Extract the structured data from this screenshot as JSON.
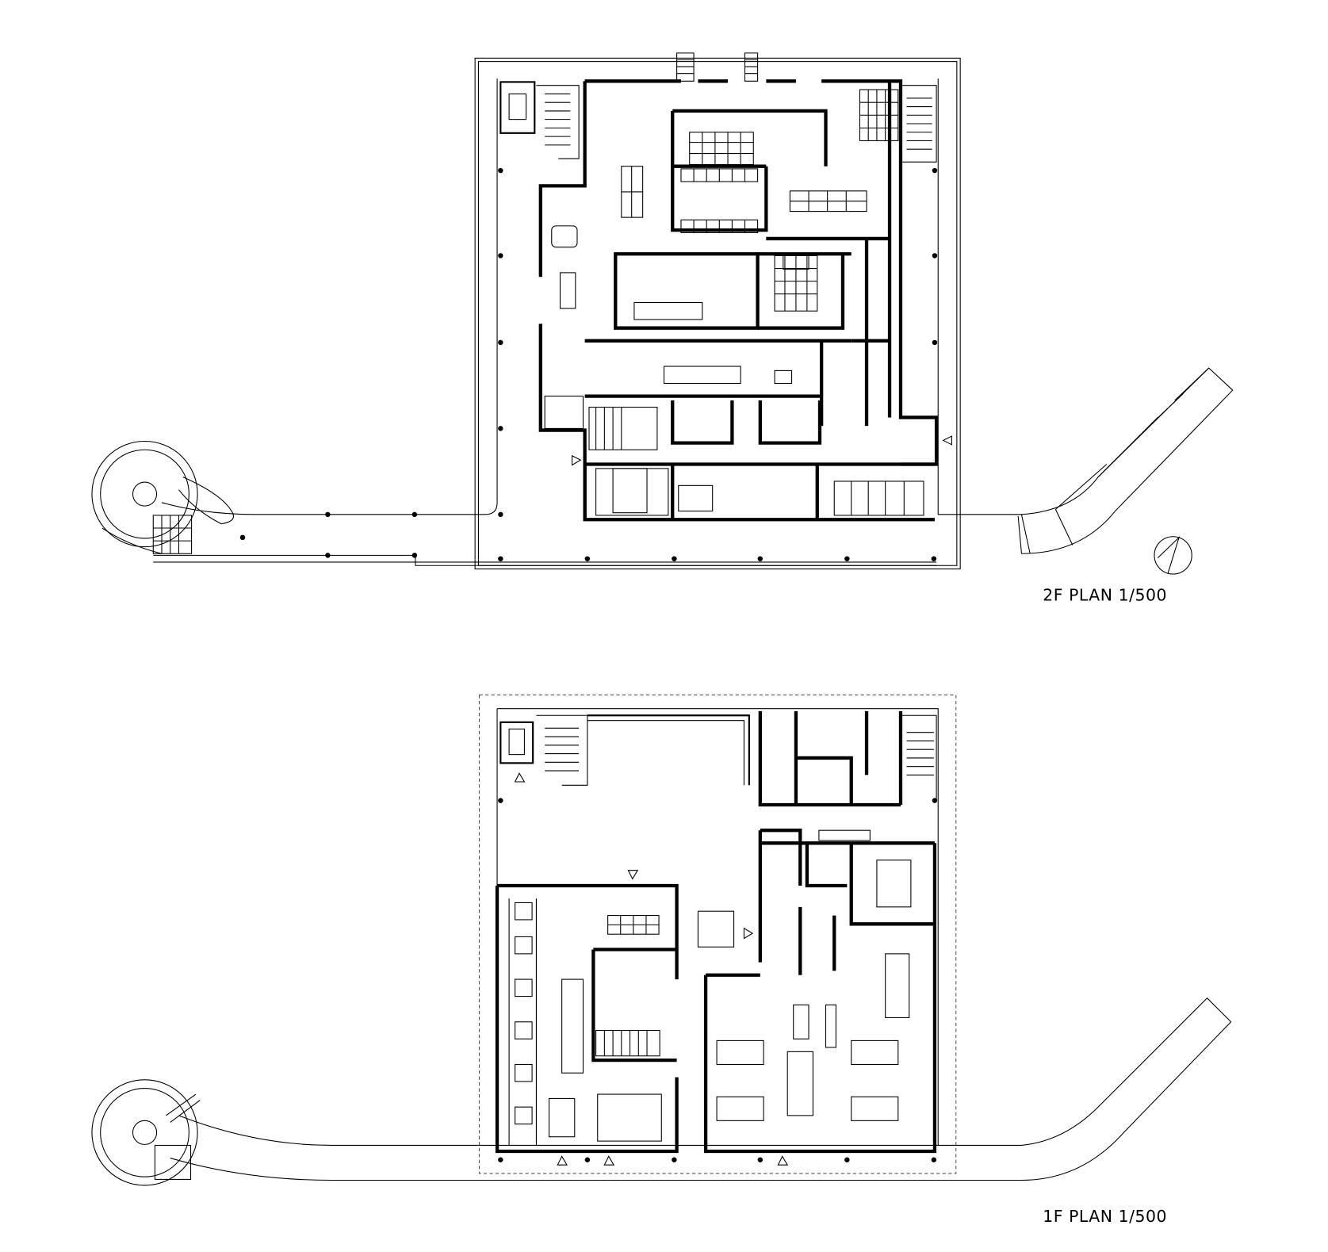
{
  "plans": [
    {
      "id": "2f",
      "label": "2F PLAN 1/500"
    },
    {
      "id": "1f",
      "label": "1F PLAN 1/500"
    }
  ],
  "north_arrow": "north-arrow-icon"
}
